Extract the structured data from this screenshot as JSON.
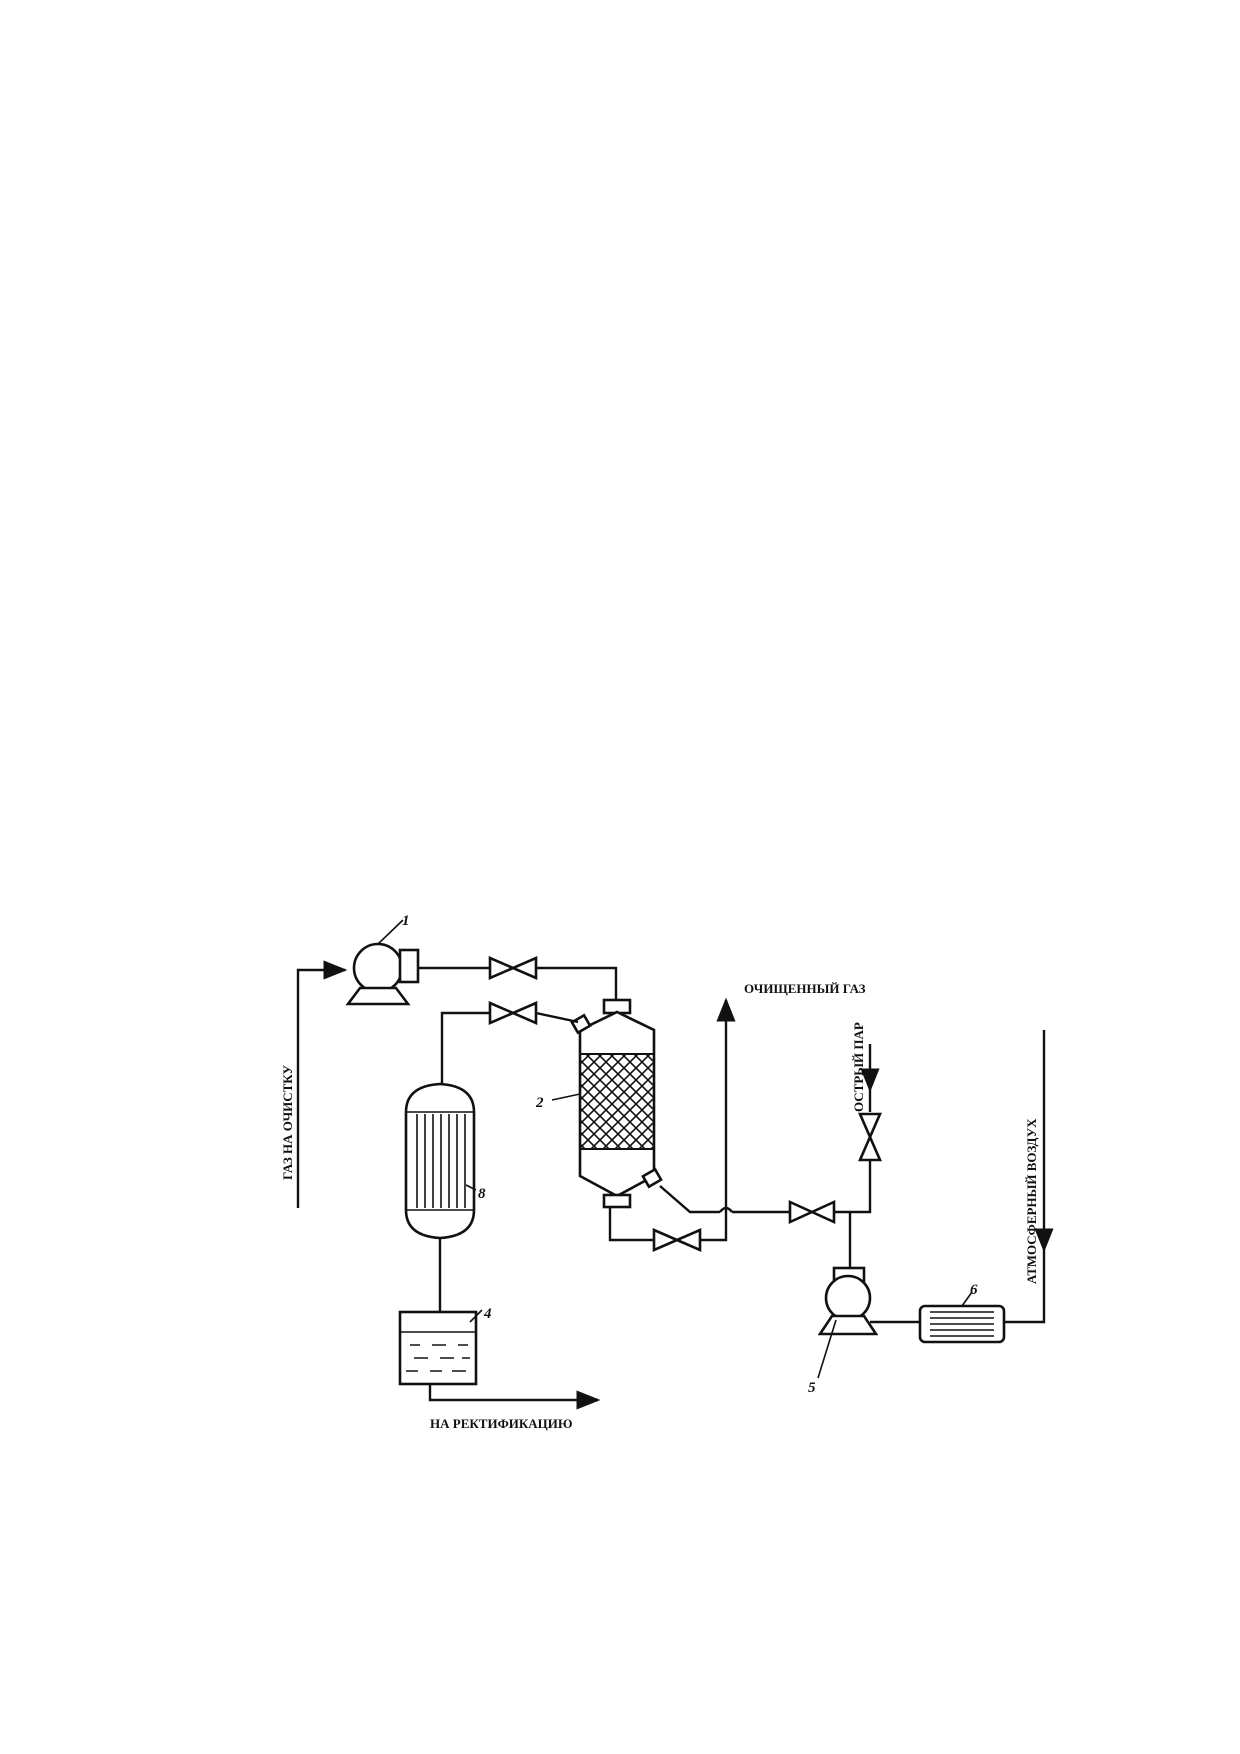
{
  "diagram": {
    "labels": {
      "gas_inlet": "ГАЗ НА ОЧИСТКУ",
      "clean_gas": "ОЧИЩЕННЫЙ ГАЗ",
      "live_steam": "ОСТРЫЙ ПАР",
      "atmospheric_air": "АТМОСФЕРНЫЙ ВОЗДУХ",
      "to_rectification": "НА РЕКТИФИКАЦИЮ"
    },
    "equipment_numbers": {
      "blower_1": "1",
      "adsorber_2": "2",
      "condenser_3": "8",
      "separator_4": "4",
      "blower_5": "5",
      "heater_6": "6"
    }
  }
}
